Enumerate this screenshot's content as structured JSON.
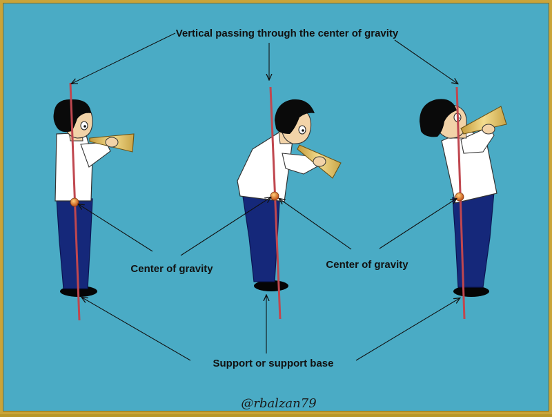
{
  "labels": {
    "vertical": "Vertical passing through the center of gravity",
    "center_left": "Center of gravity",
    "center_right": "Center of gravity",
    "support": "Support or support base"
  },
  "signature": "@rbalzan79",
  "colors": {
    "background": "#4aabc5",
    "frame": "#c9a43a",
    "gravity_line": "#c0474f",
    "shirt": "#ffffff",
    "trousers": "#15287a",
    "hair": "#0a0a0a",
    "skin": "#f2d3a8",
    "horn": "#d8b85a",
    "center_marker": "#d9751f"
  },
  "figures": [
    {
      "name": "figure-upright",
      "posture": "upright"
    },
    {
      "name": "figure-leaning-forward",
      "posture": "leaning forward"
    },
    {
      "name": "figure-leaning-back",
      "posture": "leaning back"
    }
  ]
}
